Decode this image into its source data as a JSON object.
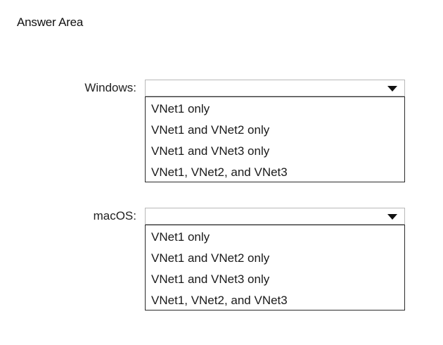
{
  "title": "Answer Area",
  "windows": {
    "label": "Windows:",
    "selected": "",
    "options": [
      "VNet1 only",
      "VNet1 and VNet2 only",
      "VNet1 and VNet3 only",
      "VNet1, VNet2, and VNet3"
    ]
  },
  "macos": {
    "label": "macOS:",
    "selected": "",
    "options": [
      "VNet1 only",
      "VNet1 and VNet2 only",
      "VNet1 and VNet3 only",
      "VNet1, VNet2, and VNet3"
    ]
  },
  "icons": {
    "dropdown_arrow": "chevron-down-icon"
  }
}
